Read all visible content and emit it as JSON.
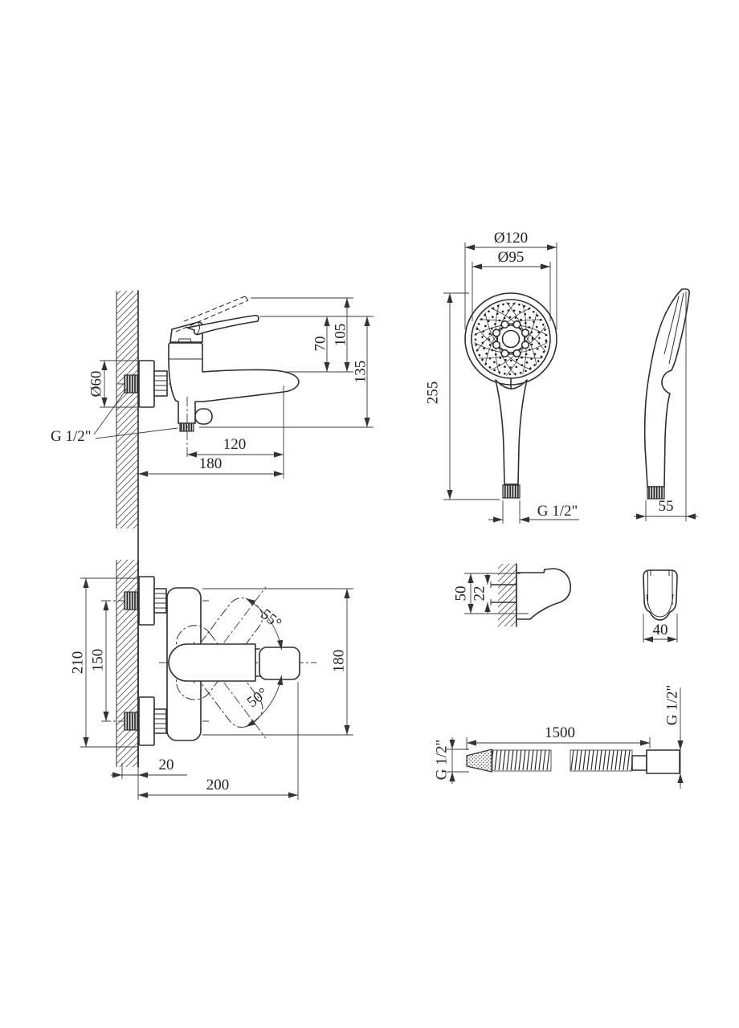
{
  "drawing": {
    "views": {
      "mixer_side": {
        "dia_escutcheon": "Ø60",
        "thread": "G 1/2\"",
        "spout_reach": "120",
        "total_reach": "180",
        "h_lever": "70",
        "h_lever_raised": "105",
        "h_total": "135"
      },
      "shower_front": {
        "dia_outer": "Ø120",
        "dia_face": "Ø95",
        "length": "255",
        "thread": "G 1/2\""
      },
      "shower_side": {
        "depth": "55"
      },
      "holder": {
        "height": "50",
        "pin_spacing": "22",
        "width": "40"
      },
      "mixer_front": {
        "h_total": "210",
        "h_centers": "150",
        "h_body": "180",
        "wall_offset": "20",
        "total_width": "200",
        "angle_up": "55°",
        "angle_down": "50°"
      },
      "hose": {
        "length": "1500",
        "thread_left": "G 1/2\"",
        "thread_right": "G 1/2\""
      }
    }
  }
}
